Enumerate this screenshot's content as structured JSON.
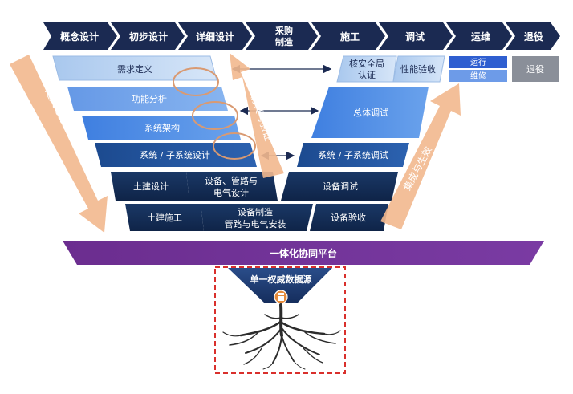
{
  "phases": [
    {
      "label": "概念设计"
    },
    {
      "label": "初步设计"
    },
    {
      "label": "详细设计"
    },
    {
      "label": "采购",
      "label2": "制造"
    },
    {
      "label": "施工"
    },
    {
      "label": "调试"
    },
    {
      "label": "运维"
    },
    {
      "label": "退役"
    }
  ],
  "left_levels": {
    "requirements": "需求定义",
    "function_analysis": "功能分析",
    "system_architecture": "系统架构",
    "subsystem_design": "系统 / 子系统设计",
    "civil_design": "土建设计",
    "equipment_design_1": "设备、管路与",
    "equipment_design_2": "电气设计",
    "civil_construction": "土建施工",
    "manufacture_1": "设备制造",
    "manufacture_2": "管路与电气安装"
  },
  "right_levels": {
    "nuclear_cert_1": "核安全局",
    "nuclear_cert_2": "认证",
    "performance": "性能验收",
    "operation": "运行",
    "maintenance": "维修",
    "decommission": "退役",
    "overall_commissioning": "总体调试",
    "subsystem_commissioning": "系统 / 子系统调试",
    "equipment_commissioning": "设备调试",
    "equipment_acceptance": "设备验收"
  },
  "arrows": {
    "left": "定义与分解",
    "middle": "仿真与验证",
    "right": "集成与生效"
  },
  "platform": "一体化协同平台",
  "data_source": "单一权威数据源",
  "colors": {
    "phase_dark": "#1b2a52",
    "level_light": "#b9d3f0",
    "level_mid": "#4f8de6",
    "level_dark": "#1f4f96",
    "level_navy": "#15305a",
    "platform": "#6a2f8f",
    "arrow": "#f2b88e",
    "dashed_box": "#d9302c"
  }
}
